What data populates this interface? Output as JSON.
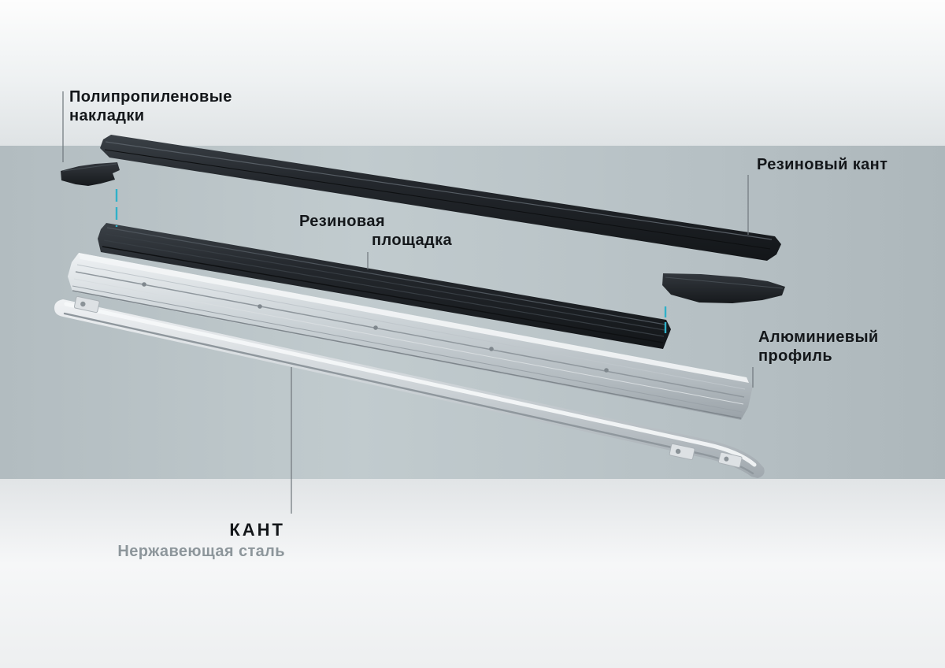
{
  "colors": {
    "accent": "#2fb1c9",
    "band": "#b7c1c5",
    "label": "#14171a",
    "muted": "#8d969b"
  },
  "labels": {
    "pads_line1": "Полипропиленовые",
    "pads_line2": "накладки",
    "rubber_edging": "Резиновый кант",
    "platform_line1": "Резиновая",
    "platform_line2": "площадка",
    "aluminum_line1": "Алюминиевый",
    "aluminum_line2": "профиль",
    "brand": "КАНТ",
    "material": "Нержавеющая сталь"
  }
}
